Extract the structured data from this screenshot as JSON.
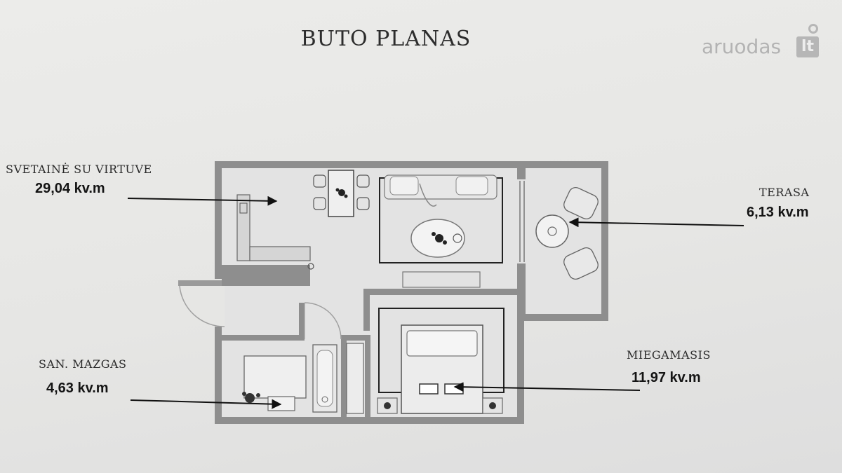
{
  "title": "BUTO PLANAS",
  "watermark": {
    "word": "aruodas",
    "badge": "lt"
  },
  "rooms": [
    {
      "id": "living",
      "name": "SVETAINĖ SU VIRTUVE",
      "area": "29,04 kv.m"
    },
    {
      "id": "terrace",
      "name": "TERASA",
      "area": "6,13 kv.m"
    },
    {
      "id": "bathroom",
      "name": "SAN. MAZGAS",
      "area": "4,63 kv.m"
    },
    {
      "id": "bedroom",
      "name": "MIEGAMASIS",
      "area": "11,97 kv.m"
    }
  ],
  "colors": {
    "wall": "#8e8e8e",
    "floor": "#e2e2e2",
    "outline": "#2a2a2a",
    "arrow": "#111111"
  }
}
